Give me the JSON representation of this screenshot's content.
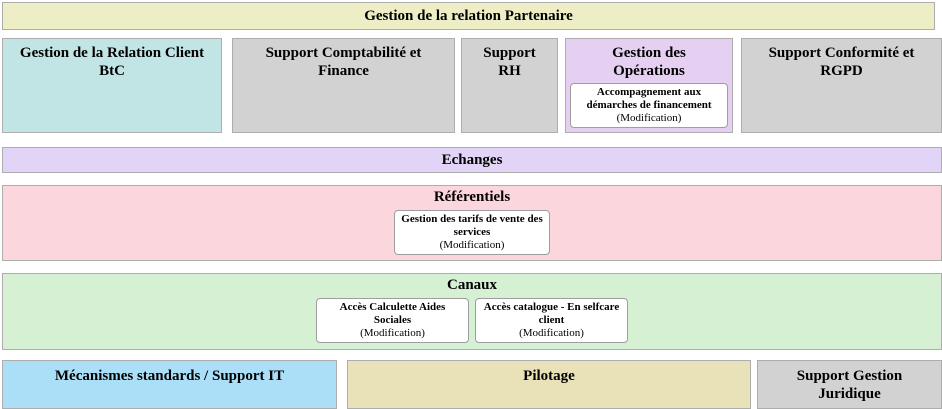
{
  "title_bar": {
    "label": "Gestion de la relation Partenaire"
  },
  "main_row": {
    "client_btc": {
      "label": "Gestion de la Relation Client\nBtC"
    },
    "compta_finance": {
      "label": "Support Comptabilité et\nFinance"
    },
    "rh": {
      "label": "Support\nRH"
    },
    "operations": {
      "label": "Gestion des\nOpérations",
      "card": {
        "title": "Accompagnement aux\ndémarches de financement",
        "status": "(Modification)"
      }
    },
    "conformite_rgpd": {
      "label": "Support Conformité et\nRGPD"
    }
  },
  "echanges": {
    "label": "Echanges"
  },
  "referentiels": {
    "label": "Référentiels",
    "card": {
      "title": "Gestion des tarifs de vente des\nservices",
      "status": "(Modification)"
    }
  },
  "canaux": {
    "label": "Canaux",
    "cards": [
      {
        "title": "Accès Calculette Aides\nSociales",
        "status": "(Modification)"
      },
      {
        "title": "Accès catalogue - En selfcare\nclient",
        "status": "(Modification)"
      }
    ]
  },
  "bottom_row": {
    "mecanismes": {
      "label": "Mécanismes standards / Support IT"
    },
    "pilotage": {
      "label": "Pilotage"
    },
    "juridique": {
      "label": "Support Gestion\nJuridique"
    }
  },
  "colors": {
    "title_bar_bg": "#edeec6",
    "client_btc_bg": "#c0e5e4",
    "gray_block_bg": "#d2d2d2",
    "operations_bg": "#e6d0f2",
    "echanges_bg": "#e2d4f6",
    "referentiels_bg": "#fcd6dd",
    "canaux_bg": "#d5f0d3",
    "mecanismes_bg": "#aadff7",
    "pilotage_bg": "#e9e2b8",
    "card_bg": "#ffffff",
    "border": "#adadad",
    "text": "#000000"
  }
}
